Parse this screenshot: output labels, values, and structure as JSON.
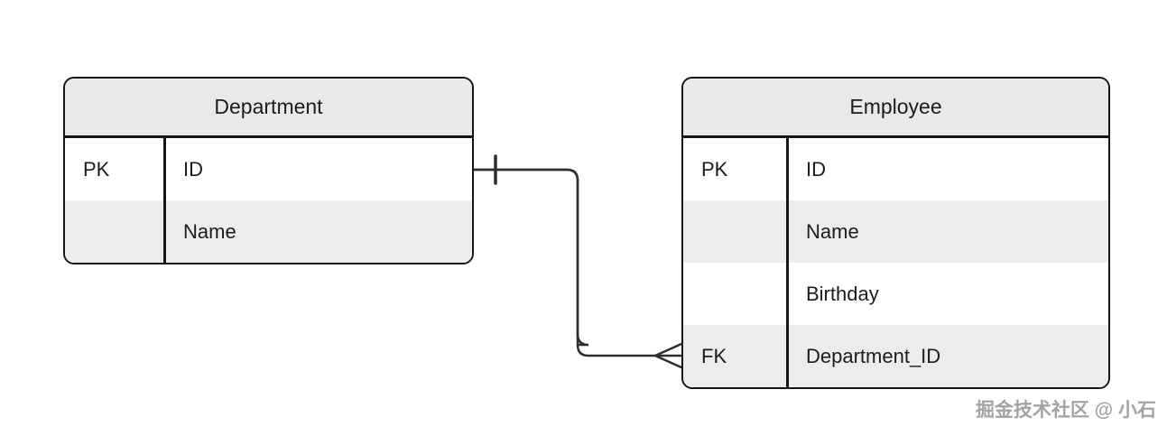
{
  "tables": {
    "department": {
      "title": "Department",
      "rows": [
        {
          "key": "PK",
          "field": "ID"
        },
        {
          "key": "",
          "field": "Name"
        }
      ]
    },
    "employee": {
      "title": "Employee",
      "rows": [
        {
          "key": "PK",
          "field": "ID"
        },
        {
          "key": "",
          "field": "Name"
        },
        {
          "key": "",
          "field": "Birthday"
        },
        {
          "key": "FK",
          "field": "Department_ID"
        }
      ]
    }
  },
  "relationship": {
    "from": "Department.ID",
    "to": "Employee.Department_ID",
    "cardinality": "one-to-many"
  },
  "watermark": "掘金技术社区 @ 小石",
  "colors": {
    "header_fill": "#e9e9e7",
    "stripe_fill": "#ececec",
    "border": "#161616",
    "line": "#2e2e2e",
    "watermark": "#a3a3a3"
  }
}
